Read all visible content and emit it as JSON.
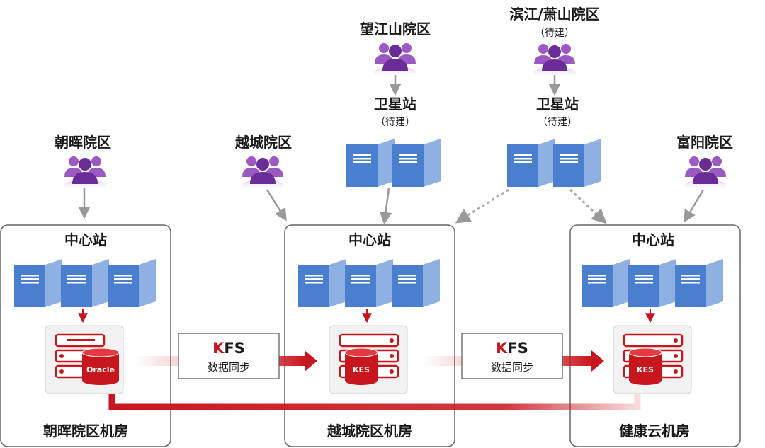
{
  "campuses": {
    "zhaohui": "朝晖院区",
    "yuecheng": "越城院区",
    "wangjiangshan": "望江山院区",
    "binjiang": "滨江/萧山院区",
    "binjiang_note": "（待建）",
    "fuyang": "富阳院区"
  },
  "satellites": {
    "wangjiangshan": {
      "title": "卫星站",
      "note": "（待建）"
    },
    "binjiang": {
      "title": "卫星站",
      "note": "（待建）"
    }
  },
  "rooms": {
    "left": {
      "station": "中心站",
      "db": "Oracle",
      "label": "朝晖院区机房"
    },
    "middle": {
      "station": "中心站",
      "db": "KES",
      "label": "越城院区机房"
    },
    "right": {
      "station": "中心站",
      "db": "KES",
      "label": "健康云机房"
    }
  },
  "sync_boxes": [
    {
      "k": "K",
      "fs": "FS",
      "text": "数据同步"
    },
    {
      "k": "K",
      "fs": "FS",
      "text": "数据同步"
    }
  ],
  "colors": {
    "accent_red": "#c8161e",
    "server_blue": "#4a7fcf",
    "server_side": "#8fb0e3",
    "user_purple": "#7c3aa6",
    "frame": "#666666"
  },
  "icons": [
    "user-group-icon",
    "server-icon",
    "database-server-icon",
    "arrow-icon"
  ]
}
